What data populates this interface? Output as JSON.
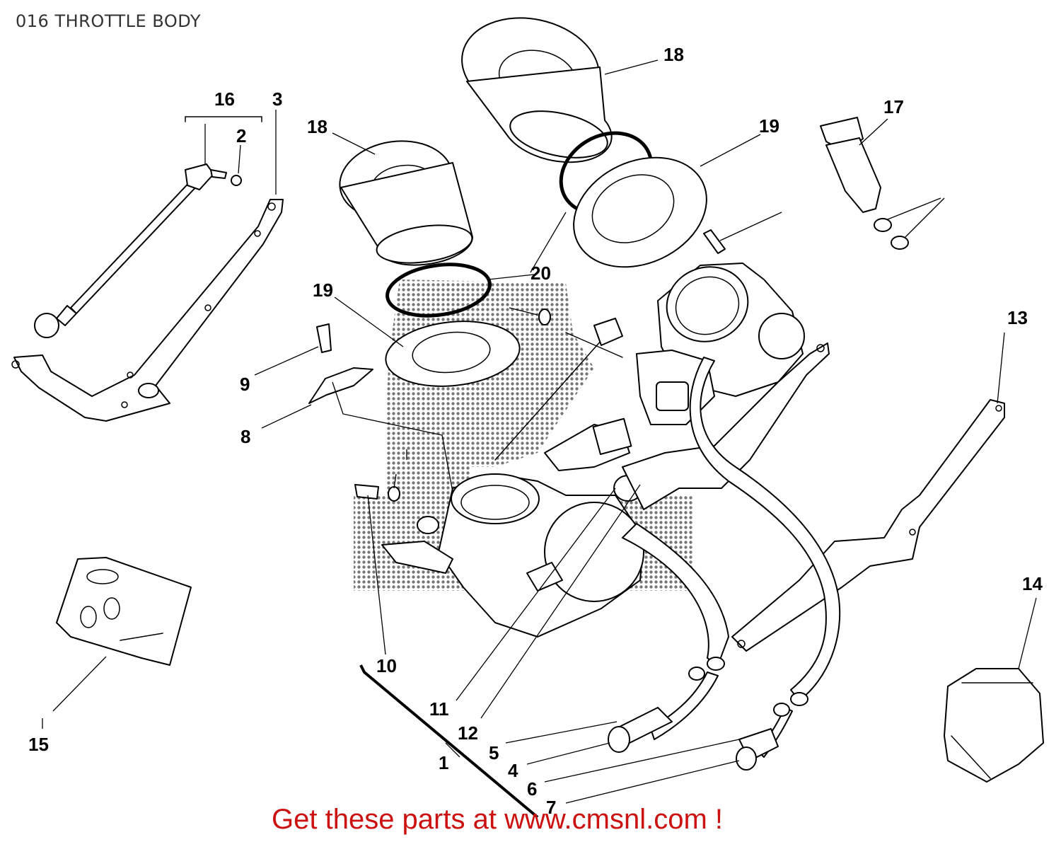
{
  "header": {
    "title": "016 THROTTLE BODY"
  },
  "footer": {
    "promo": "Get these parts at www.cmsnl.com !"
  },
  "callouts": {
    "c1": "1",
    "c2": "2",
    "c3": "3",
    "c4": "4",
    "c5": "5",
    "c6": "6",
    "c7": "7",
    "c8": "8",
    "c9": "9",
    "c10": "10",
    "c11": "11",
    "c12": "12",
    "c13": "13",
    "c14": "14",
    "c15": "15",
    "c16": "16",
    "c17": "17",
    "c18a": "18",
    "c18b": "18",
    "c19a": "19",
    "c19b": "19",
    "c20": "20"
  },
  "colors": {
    "promo": "#cc1111",
    "title": "#333333",
    "line": "#000000",
    "screen": "#888888"
  }
}
